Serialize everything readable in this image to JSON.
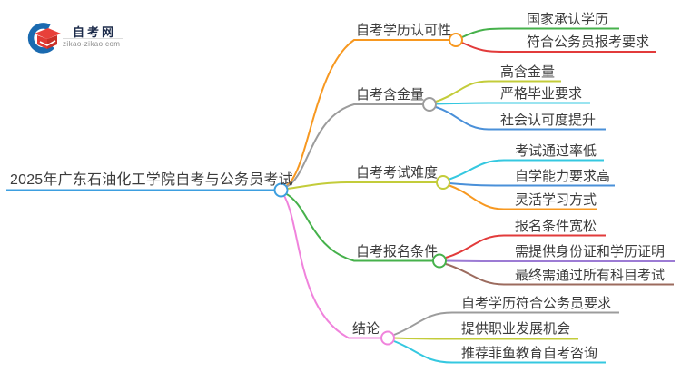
{
  "logo": {
    "title": "自考网",
    "domain": "zikao-zikao.com",
    "icon": "graduation-cap-icon",
    "brand_blue": "#1a6ab0",
    "brand_red": "#e8403a"
  },
  "mindmap": {
    "root": {
      "label": "2025年广东石油化工学院自考与公务员考试",
      "color": "#3d9fe0"
    },
    "branches": [
      {
        "label": "自考学历认可性",
        "color": "#f79820",
        "children": [
          {
            "label": "国家承认学历",
            "color": "#46b14b"
          },
          {
            "label": "符合公务员报考要求",
            "color": "#e23b3b"
          }
        ]
      },
      {
        "label": "自考含金量",
        "color": "#9c9c9c",
        "children": [
          {
            "label": "高含金量",
            "color": "#c3cc3a"
          },
          {
            "label": "严格毕业要求",
            "color": "#35c8e0"
          },
          {
            "label": "社会认可度提升",
            "color": "#4a90d9"
          }
        ]
      },
      {
        "label": "自考考试难度",
        "color": "#c3cc3a",
        "children": [
          {
            "label": "考试通过率低",
            "color": "#35c8e0"
          },
          {
            "label": "自学能力要求高",
            "color": "#4a90d9"
          },
          {
            "label": "灵活学习方式",
            "color": "#f79820"
          }
        ]
      },
      {
        "label": "自考报名条件",
        "color": "#46b14b",
        "children": [
          {
            "label": "报名条件宽松",
            "color": "#e23b3b"
          },
          {
            "label": "需提供身份证和学历证明",
            "color": "#9c7bd4"
          },
          {
            "label": "最终需通过所有科目考试",
            "color": "#9c6b5e"
          }
        ]
      },
      {
        "label": "结论",
        "color": "#f083dc",
        "children": [
          {
            "label": "自考学历符合公务员要求",
            "color": "#9c9c9c"
          },
          {
            "label": "提供职业发展机会",
            "color": "#c3cc3a"
          },
          {
            "label": "推荐菲鱼教育自考咨询",
            "color": "#35c8e0"
          }
        ]
      }
    ]
  }
}
